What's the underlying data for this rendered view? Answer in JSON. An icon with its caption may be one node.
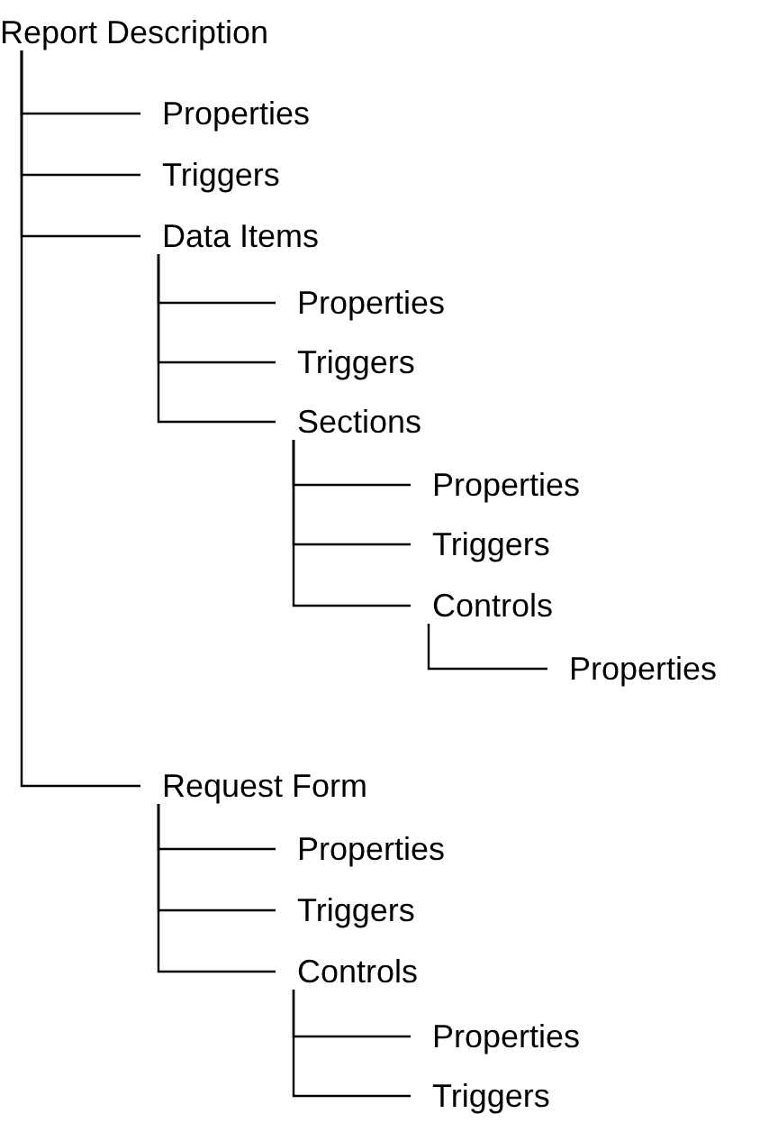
{
  "diagram": {
    "nodes": [
      {
        "text": [
          "Report Description"
        ]
      },
      {
        "text": [
          "Properties"
        ]
      },
      {
        "text": [
          "Triggers"
        ]
      },
      {
        "text": [
          "Data Items"
        ]
      },
      {
        "text": [
          "Properties"
        ]
      },
      {
        "text": [
          "Triggers"
        ]
      },
      {
        "text": [
          "Sections"
        ]
      },
      {
        "text": [
          "Properties"
        ]
      },
      {
        "text": [
          "Triggers"
        ]
      },
      {
        "text": [
          "Controls"
        ]
      },
      {
        "text": [
          "Properties"
        ]
      },
      {
        "text": [
          "Request Form"
        ]
      },
      {
        "text": [
          "Properties"
        ]
      },
      {
        "text": [
          "Triggers"
        ]
      },
      {
        "text": [
          "Controls"
        ]
      },
      {
        "text": [
          "Properties"
        ]
      },
      {
        "text": [
          "Triggers"
        ]
      }
    ],
    "edges": [
      {
        "from": 0,
        "to": 1,
        "arrow": "none"
      },
      {
        "from": 0,
        "to": 2,
        "arrow": "none"
      },
      {
        "from": 0,
        "to": 3,
        "arrow": "none"
      },
      {
        "from": 3,
        "to": 4,
        "arrow": "none"
      },
      {
        "from": 3,
        "to": 5,
        "arrow": "none"
      },
      {
        "from": 3,
        "to": 6,
        "arrow": "none"
      },
      {
        "from": 6,
        "to": 7,
        "arrow": "none"
      },
      {
        "from": 6,
        "to": 8,
        "arrow": "none"
      },
      {
        "from": 6,
        "to": 9,
        "arrow": "none"
      },
      {
        "from": 9,
        "to": 10,
        "arrow": "none"
      },
      {
        "from": 0,
        "to": 11,
        "arrow": "none"
      },
      {
        "from": 11,
        "to": 12,
        "arrow": "none"
      },
      {
        "from": 11,
        "to": 13,
        "arrow": "none"
      },
      {
        "from": 11,
        "to": 14,
        "arrow": "none"
      },
      {
        "from": 14,
        "to": 15,
        "arrow": "none"
      },
      {
        "from": 14,
        "to": 16,
        "arrow": "none"
      }
    ]
  }
}
